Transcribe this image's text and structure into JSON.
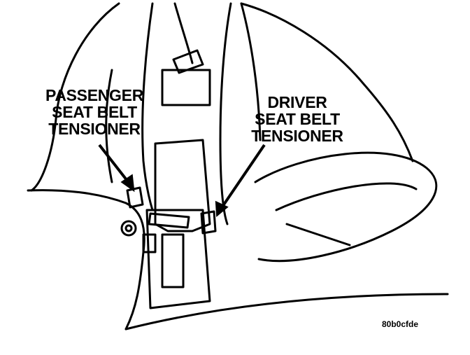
{
  "labels": {
    "passenger": [
      "PASSENGER",
      "SEAT BELT",
      "TENSIONER"
    ],
    "driver": [
      "DRIVER",
      "SEAT BELT",
      "TENSIONER"
    ]
  },
  "figure_code": "80b0cfde"
}
